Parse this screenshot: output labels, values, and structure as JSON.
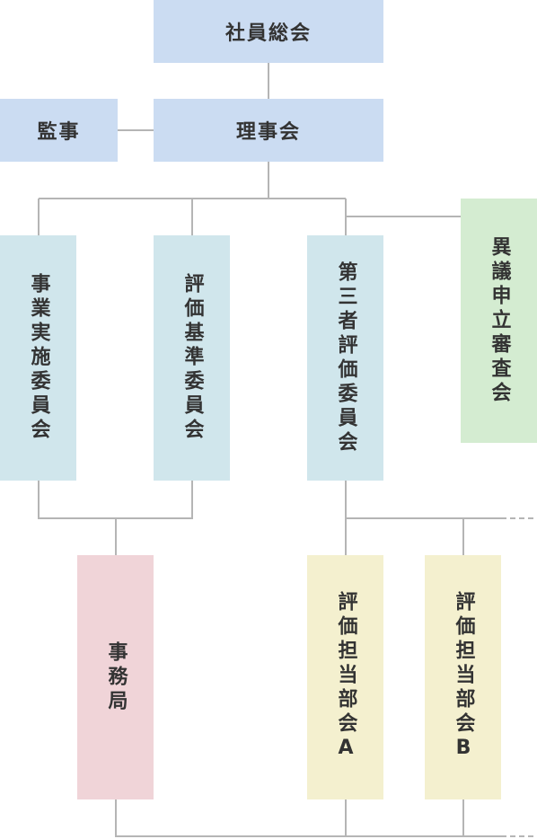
{
  "colors": {
    "top": "#cbdcf2",
    "committee": "#d0e6ec",
    "review": "#d4ecd1",
    "secretariat": "#f0d4d8",
    "evaluation": "#f4f0cf",
    "line": "#b5b5b5"
  },
  "nodes": {
    "general_assembly": "社員総会",
    "board": "理事会",
    "auditor": "監事",
    "business_committee": "事業実施委員会",
    "criteria_committee": "評価基準委員会",
    "third_party_committee": "第三者評価委員会",
    "objection_committee": "異議申立審査会",
    "secretariat": "事務局",
    "eval_dept_a": "評価担当部会A",
    "eval_dept_b": "評価担当部会B"
  }
}
